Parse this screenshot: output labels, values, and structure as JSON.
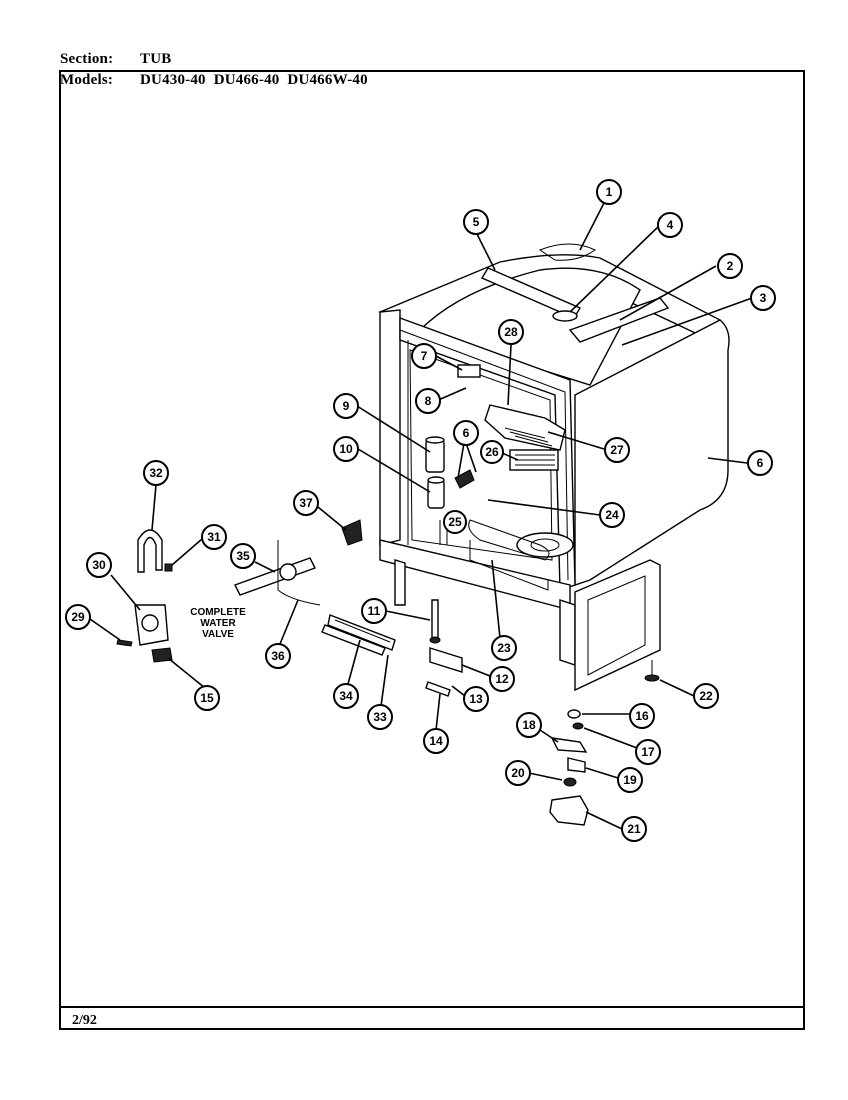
{
  "header": {
    "section_label": "Section:",
    "section_value": "TUB",
    "models_label": "Models:",
    "models_value": "DU430-40  DU466-40  DU466W-40"
  },
  "footer": {
    "date": "2/92"
  },
  "annotation": {
    "line1": "COMPLETE",
    "line2": "WATER",
    "line3": "VALVE"
  },
  "callouts": [
    "1",
    "2",
    "3",
    "4",
    "5",
    "6",
    "6",
    "7",
    "8",
    "9",
    "10",
    "11",
    "12",
    "13",
    "14",
    "15",
    "16",
    "17",
    "18",
    "19",
    "20",
    "21",
    "22",
    "23",
    "24",
    "25",
    "26",
    "27",
    "28",
    "29",
    "30",
    "31",
    "32",
    "33",
    "34",
    "35",
    "36",
    "37"
  ]
}
